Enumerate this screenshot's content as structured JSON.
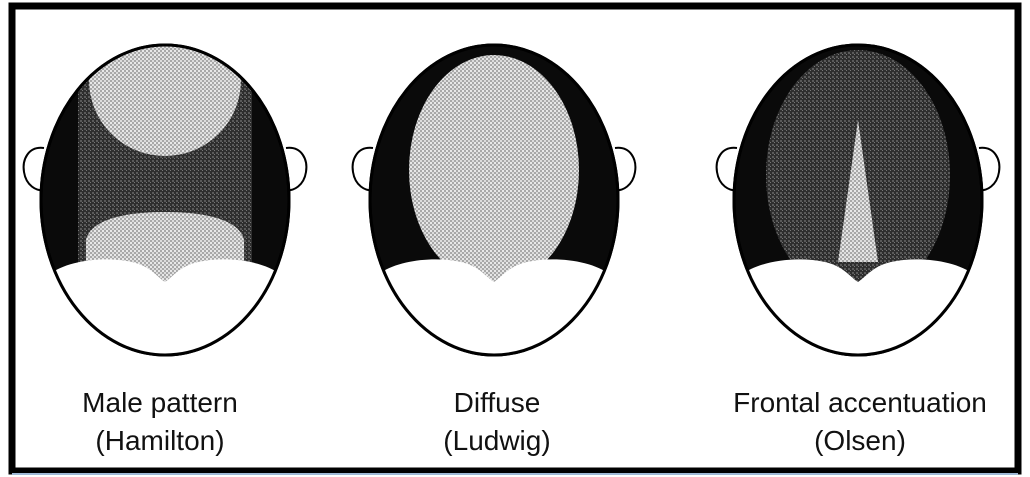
{
  "panels": [
    {
      "title": "Male pattern",
      "subtitle": "(Hamilton)"
    },
    {
      "title": "Diffuse",
      "subtitle": "(Ludwig)"
    },
    {
      "title": "Frontal accentuation",
      "subtitle": "(Olsen)"
    }
  ],
  "colors": {
    "frame": "#000000",
    "hair": "#0a0a0a",
    "thinning_dense": "#4a4a4a",
    "thinning_light": "#b8b8b8",
    "face": "#ffffff"
  }
}
